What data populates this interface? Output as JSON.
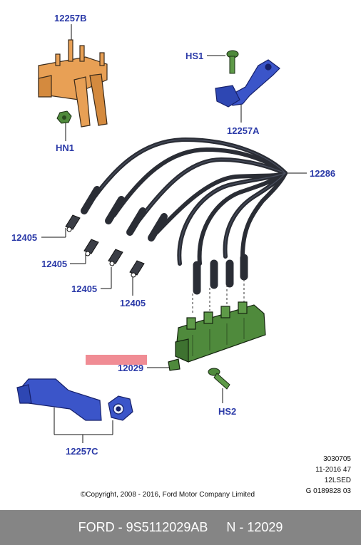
{
  "colors": {
    "bracket_orange": "#e8a055",
    "bracket_blue": "#3b55c9",
    "coil_green": "#4f8a3c",
    "wire_dark": "#2a2d35",
    "callout_blue": "#2b3aa8",
    "highlight": "#f08c94",
    "footer_bg": "#858585"
  },
  "callouts": {
    "hs1": "HS1",
    "bracket_b": "12257B",
    "bracket_a": "12257A",
    "nut": "HN1",
    "wires": "12286",
    "connector_1": "12405",
    "connector_2": "12405",
    "connector_3": "12405",
    "connector_4": "12405",
    "coil": "12029",
    "bolt": "HS2",
    "bracket_c": "12257C"
  },
  "meta": {
    "line1": "3030705",
    "line2": "11-2016 47",
    "line3": "12LSED",
    "line4": "G 0189828 03"
  },
  "copyright": "©Copyright, 2008 - 2016, Ford Motor Company Limited",
  "footer": {
    "brand_part": "FORD - 9S5112029AB",
    "ref": "N - 12029"
  }
}
